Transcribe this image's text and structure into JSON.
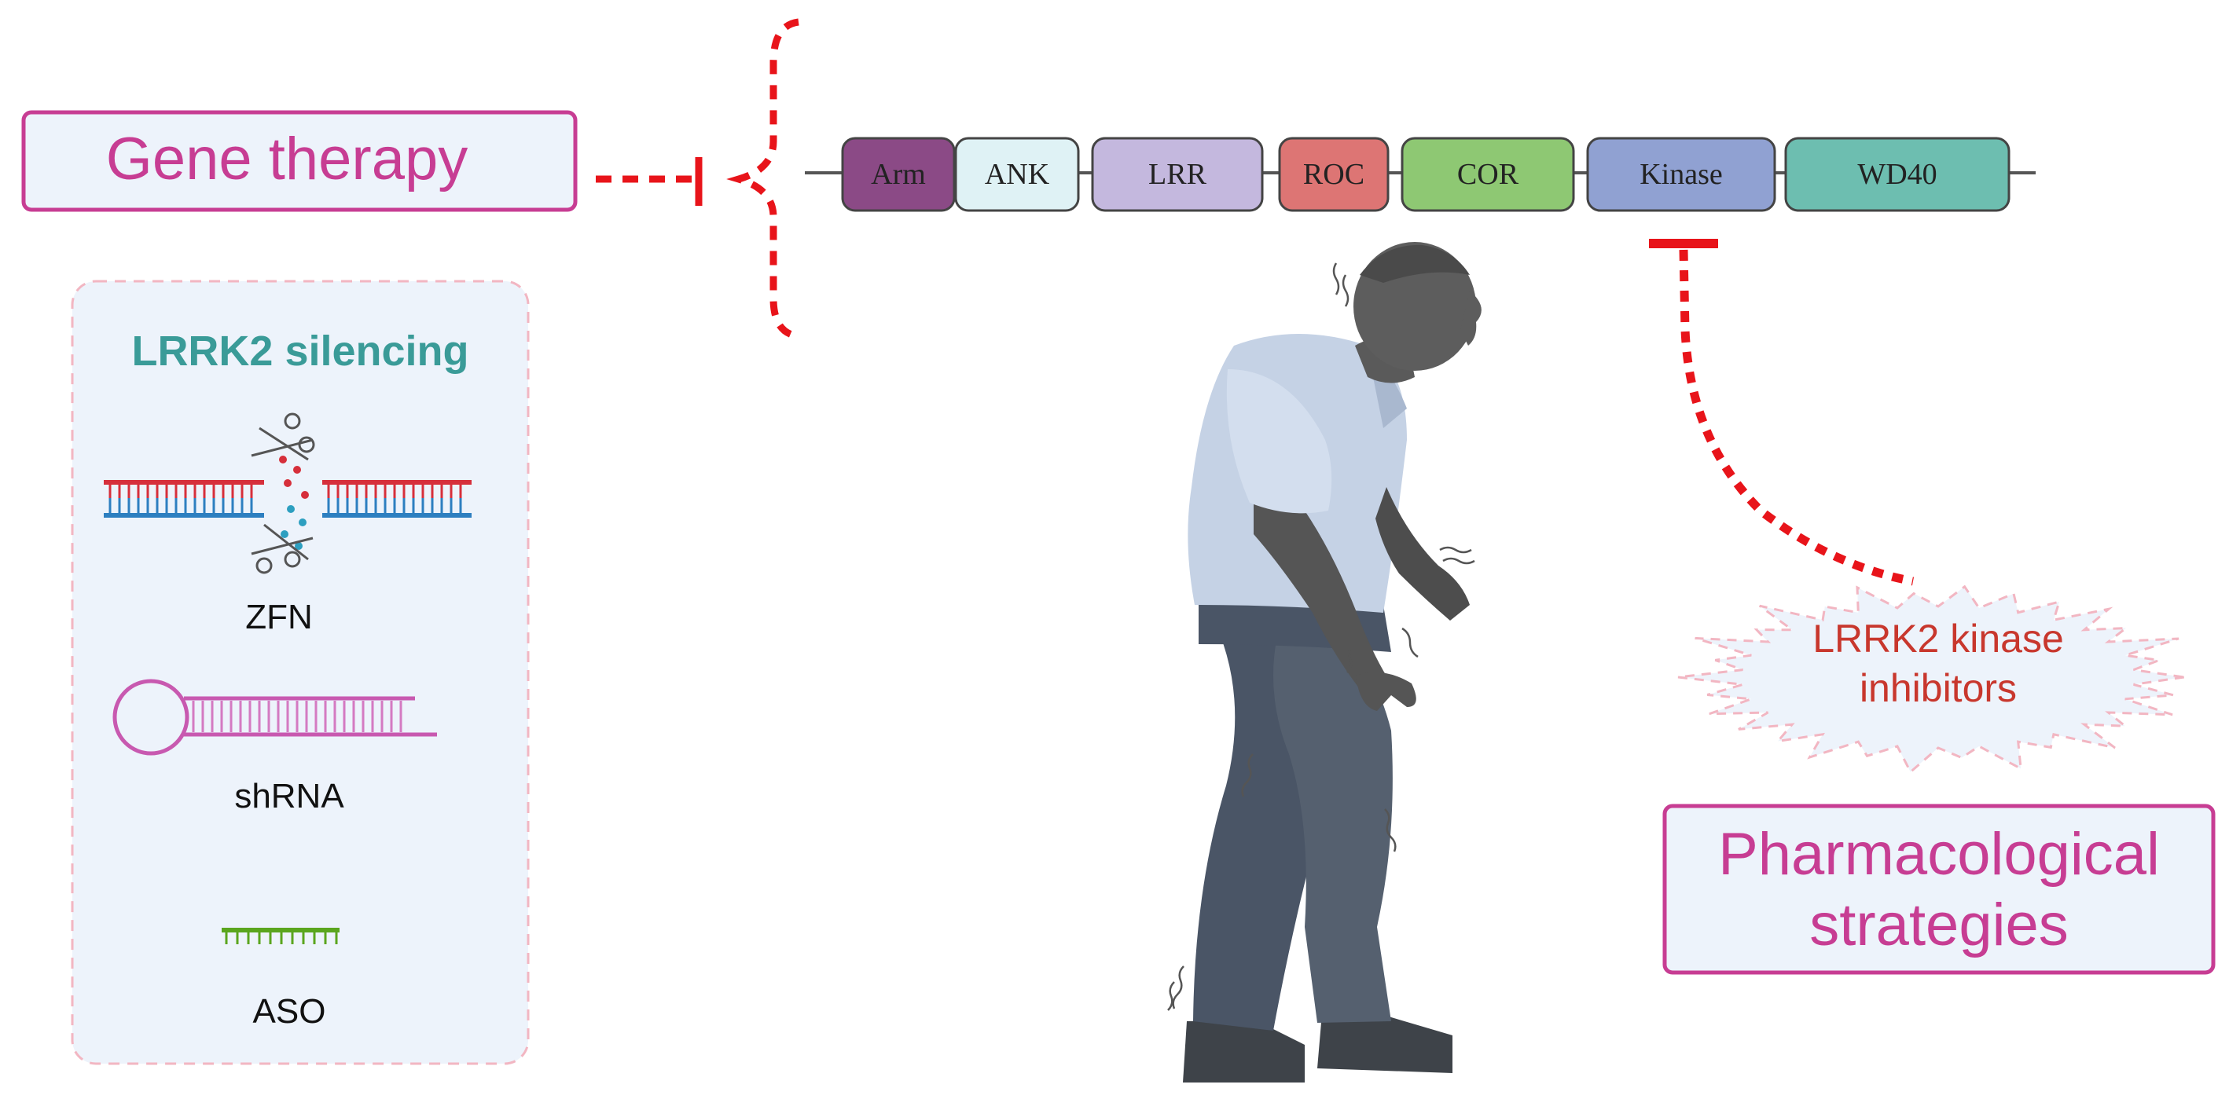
{
  "gene_therapy": {
    "label": "Gene therapy"
  },
  "silencing": {
    "title": "LRRK2 silencing",
    "methods": [
      {
        "label": "ZFN",
        "icon": "dna-scissors-icon"
      },
      {
        "label": "shRNA",
        "icon": "hairpin-rna-icon"
      },
      {
        "label": "ASO",
        "icon": "antisense-oligo-icon"
      }
    ]
  },
  "lrrk2_domains": [
    {
      "label": "Arm",
      "color": "#8b4a86"
    },
    {
      "label": "ANK",
      "color": "#dff2f5"
    },
    {
      "label": "LRR",
      "color": "#c4b8de"
    },
    {
      "label": "ROC",
      "color": "#dd7574"
    },
    {
      "label": "COR",
      "color": "#8ec873"
    },
    {
      "label": "Kinase",
      "color": "#90a1d2"
    },
    {
      "label": "WD40",
      "color": "#6dbeb0"
    }
  ],
  "inhibitors": {
    "label_line1": "LRRK2 kinase",
    "label_line2": "inhibitors"
  },
  "pharmacological": {
    "label_line1": "Pharmacological",
    "label_line2": "strategies"
  },
  "colors": {
    "accent_magenta": "#c73d93",
    "teal_title": "#3a9b98",
    "inhibitor_red": "#c8372d",
    "dashed_red": "#e8141a",
    "box_fill": "#edf3fb"
  },
  "figure_icon": "parkinsonian-patient-icon"
}
